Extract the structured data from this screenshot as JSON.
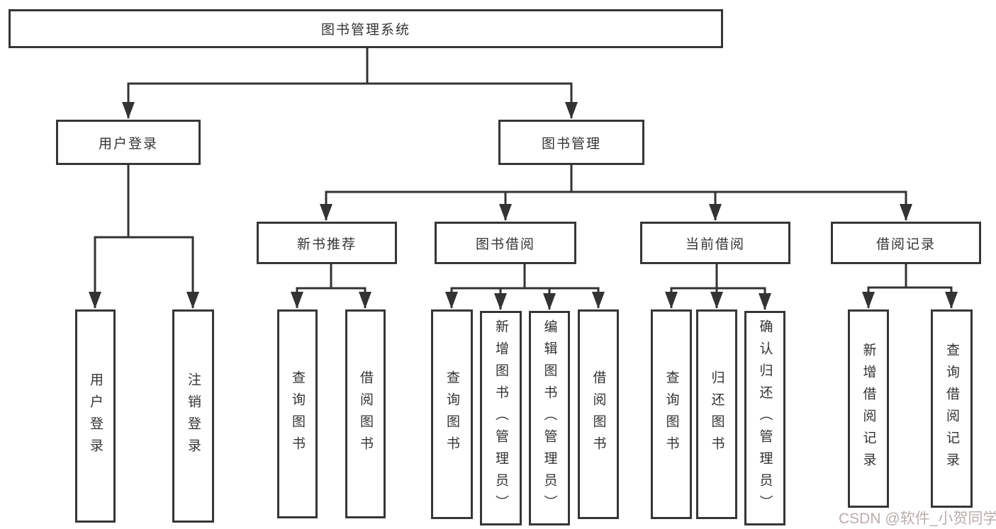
{
  "diagram": {
    "type": "hierarchy-tree",
    "tree": {
      "label": "图书管理系统",
      "children": [
        {
          "label": "用户登录",
          "children": [
            {
              "label": "用户登录"
            },
            {
              "label": "注销登录"
            }
          ]
        },
        {
          "label": "图书管理",
          "children": [
            {
              "label": "新书推荐",
              "children": [
                {
                  "label": "查询图书"
                },
                {
                  "label": "借阅图书"
                }
              ]
            },
            {
              "label": "图书借阅",
              "children": [
                {
                  "label": "查询图书"
                },
                {
                  "label": "新增图书（管理员）"
                },
                {
                  "label": "编辑图书（管理员）"
                },
                {
                  "label": "借阅图书"
                }
              ]
            },
            {
              "label": "当前借阅",
              "children": [
                {
                  "label": "查询图书"
                },
                {
                  "label": "归还图书"
                },
                {
                  "label": "确认归还（管理员）"
                }
              ]
            },
            {
              "label": "借阅记录",
              "children": [
                {
                  "label": "新增借阅记录"
                },
                {
                  "label": "查询借阅记录"
                }
              ]
            }
          ]
        }
      ]
    },
    "colors": {
      "line": "#333333",
      "box_border": "#363636",
      "text": "#333333",
      "background": "#ffffff",
      "watermark": "#b3a4a4"
    }
  },
  "watermark": {
    "text": "CSDN @软件_小贺同学"
  }
}
